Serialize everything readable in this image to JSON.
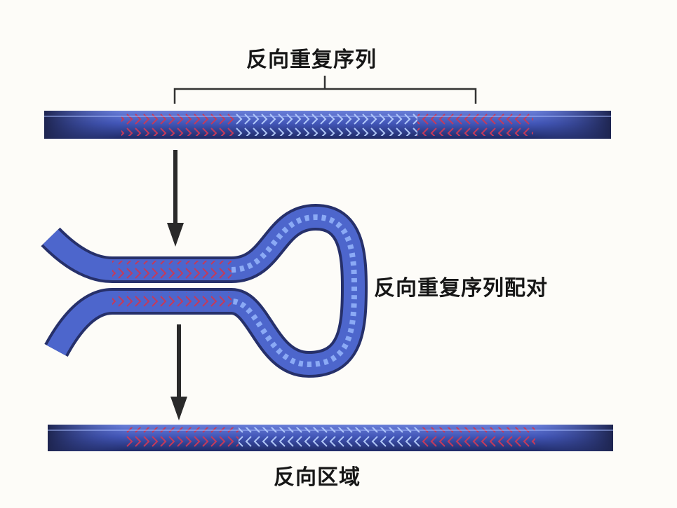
{
  "labels": {
    "inverted_repeats": "反向重复序列",
    "inverted_repeats_pairing": "反向重复序列配对",
    "inverted_region": "反向区域"
  },
  "colors": {
    "strand_dark": "#2b3570",
    "strand_blue": "#4a62c8",
    "strand_light": "#8fb4ff",
    "repeat_red": "#b03050",
    "arrow": "#2a2a2a",
    "bracket": "#333333"
  }
}
